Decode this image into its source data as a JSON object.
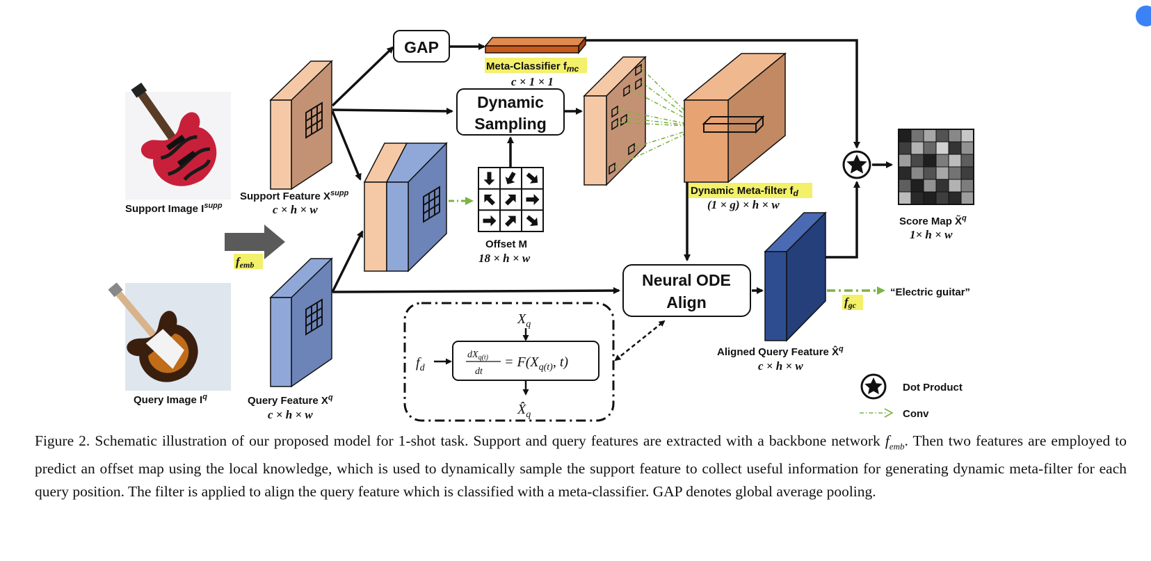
{
  "figure": {
    "labels": {
      "gap": "GAP",
      "dynamic_sampling_1": "Dynamic",
      "dynamic_sampling_2": "Sampling",
      "neural_ode_1": "Neural ODE",
      "neural_ode_2": "Align",
      "meta_classifier": "Meta-Classifier f",
      "meta_classifier_sub": "mc",
      "meta_classifier_dim": "c × 1 × 1",
      "support_image": "Support Image I",
      "support_image_sup": "supp",
      "query_image": "Query Image I",
      "query_image_sup": "q",
      "support_feature": "Support Feature X",
      "support_feature_sup": "supp",
      "support_feature_dim": "c × h × w",
      "query_feature": "Query Feature X",
      "query_feature_sup": "q",
      "query_feature_dim": "c × h × w",
      "f_emb": "f",
      "f_emb_sub": "emb",
      "offset": "Offset M",
      "offset_dim": "18 × h × w",
      "dynamic_meta_filter": "Dynamic Meta-filter f",
      "dynamic_meta_filter_sub": "d",
      "dynamic_meta_filter_dim": "(1 × g) × h × w",
      "aligned_query_feature": "Aligned Query Feature X̂",
      "aligned_query_feature_sup": "q",
      "aligned_query_feature_dim": "c × h × w",
      "score_map": "Score Map X̃",
      "score_map_sup": "q",
      "score_map_dim": "1× h × w",
      "f_gc": "f",
      "f_gc_sub": "gc",
      "electric_guitar": "“Electric guitar”",
      "ode_input": "X",
      "ode_input_sub": "q",
      "ode_output": "X̂",
      "ode_output_sub": "q",
      "ode_fd": "f",
      "ode_fd_sub": "d",
      "ode_num": "dX",
      "ode_num_sub": "q(t)",
      "ode_den": "dt",
      "ode_rhs": "= F(X",
      "ode_rhs_sub": "q(t)",
      "ode_rhs_end": ", t)",
      "legend_dot": "Dot Product",
      "legend_conv": "Conv"
    },
    "colors": {
      "support": "#f6c9a6",
      "support_dark": "#c39274",
      "query": "#8fa8d8",
      "query_dark": "#6d84b8",
      "aligned": "#2e4d91",
      "filter": "#e8a372",
      "meta_classifier": "#c85a1c",
      "highlight": "#f3f06a",
      "conv_arrow": "#7cb342",
      "arrow_gray": "#5a5a5a"
    },
    "offset_arrows": [
      "down",
      "down-left",
      "down-right",
      "up-left",
      "up-right",
      "right",
      "right",
      "up-right",
      "down-right"
    ],
    "score_map": [
      [
        0.05,
        0.45,
        0.7,
        0.3,
        0.55,
        0.85
      ],
      [
        0.2,
        0.75,
        0.4,
        0.9,
        0.15,
        0.6
      ],
      [
        0.65,
        0.25,
        0.05,
        0.5,
        0.8,
        0.35
      ],
      [
        0.1,
        0.55,
        0.3,
        0.7,
        0.45,
        0.2
      ],
      [
        0.35,
        0.05,
        0.6,
        0.15,
        0.75,
        0.5
      ],
      [
        0.8,
        0.1,
        0.05,
        0.2,
        0.1,
        0.65
      ]
    ]
  },
  "caption": {
    "part1": "Figure 2. Schematic illustration of our proposed model for 1-shot task. Support and query features are extracted with a backbone network ",
    "math": "f",
    "math_sub": "emb",
    "part2": ". Then two features are employed to predict an offset map using the local knowledge, which is used to dynamically sample the support feature to collect useful information for generating dynamic meta-filter for each query position. The filter is applied to align the query feature which is classified with a meta-classifier. GAP denotes global average pooling."
  }
}
